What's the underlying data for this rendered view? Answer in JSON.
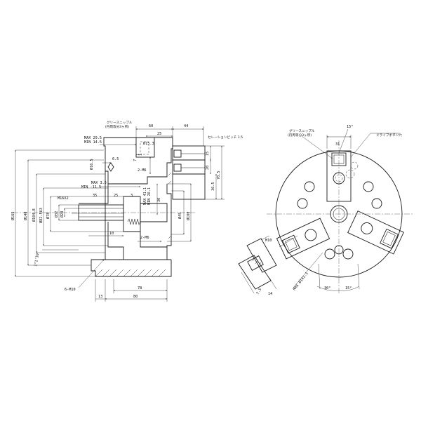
{
  "side_view": {
    "top_dims": {
      "d60": "60",
      "d25": "25",
      "d44": "44"
    },
    "grease_label": "グリースニップル",
    "grease_sub": "(丹周等分3ヶ所)",
    "serration_label": "セレーションピッチ 1.5",
    "phi15_3": "Ø15.3",
    "max_29_5": "MAX 29.5",
    "min_14_5": "MIN 14.5",
    "d6_5": "6.5",
    "phi16_5": "Ø16.5",
    "m6_a": "2-M6",
    "max_3_5": "MAX 3.5",
    "min_11_5": "MIN -11.5",
    "max_41_1": "MAX 41.1",
    "min_26_1": "MIN 26.1",
    "m16": "M16X2",
    "d35": "35",
    "d25b": "25",
    "d3": "3",
    "d10": "10",
    "m6_b": "2-M6",
    "d30": "30",
    "right_vertical": [
      "15",
      "20",
      "36.5",
      "70.5"
    ],
    "left_diams": [
      "Ø165",
      "Ø140",
      "Ø104.8",
      "Ø82.563",
      "Ø78",
      "Ø32",
      "Ø28"
    ],
    "taper": "1°1'30\"",
    "phi45": "Ø45",
    "phi100": "Ø100",
    "m10_label": "6-M10",
    "bottom_dims": [
      "13",
      "78",
      "80"
    ],
    "inner_dims": [
      "7",
      "1",
      "1"
    ]
  },
  "front_view": {
    "grease_label": "グリースニップル",
    "grease_sub": "(丹周等分3ヶ所)",
    "drive_button": "ドライブボタン穴",
    "angle_15_top": "15°",
    "d31": "31",
    "m10": "M10",
    "max_41_1": "MAX Ø141.1",
    "angle_30": "30°",
    "angle_15_b": "15°",
    "d14": "14",
    "d7_5": "7.5"
  }
}
